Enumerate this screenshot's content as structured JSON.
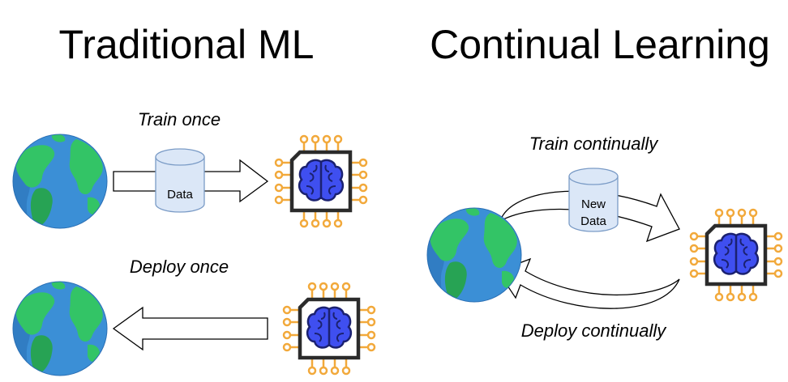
{
  "left_panel": {
    "title": "Traditional ML",
    "train_caption": "Train once",
    "deploy_caption": "Deploy once",
    "database_label": "Data"
  },
  "right_panel": {
    "title": "Continual Learning",
    "train_caption": "Train continually",
    "deploy_caption": "Deploy continually",
    "database_label_line1": "New",
    "database_label_line2": "Data"
  },
  "icons": {
    "world": "globe-icon",
    "model": "brain-chip-icon",
    "storage": "database-icon"
  },
  "colors": {
    "ocean": "#3b8fd6",
    "ocean_dark": "#2a6fb4",
    "land": "#33c466",
    "land_dark": "#27a354",
    "chip_border": "#2b2b2b",
    "chip_pin": "#f2a93b",
    "brain_fill": "#3f4ff0",
    "brain_stroke": "#1b2170",
    "database_fill": "#dbe7f7",
    "database_stroke": "#7a9bc6"
  }
}
